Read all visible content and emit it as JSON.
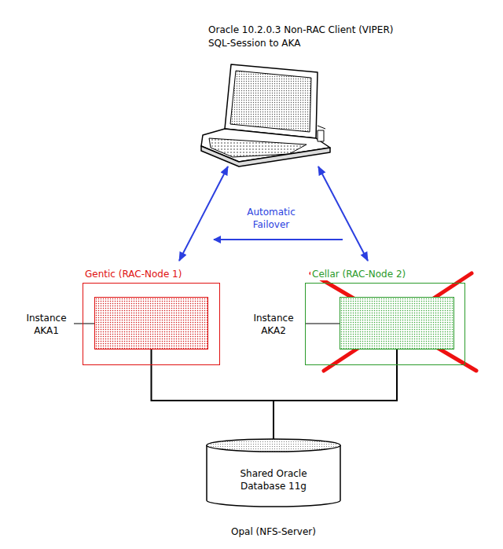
{
  "diagram": {
    "nodes": [
      {
        "text": [
          "Oracle 10.2.0.3 Non-RAC Client (VIPER)",
          "SQL-Session to AKA"
        ]
      },
      {
        "text": [
          "Gentic (RAC-Node 1)"
        ]
      },
      {
        "text": [
          "Instance AKA1"
        ],
        "in": 1
      },
      {
        "text": [
          "Cellar (RAC-Node 2)"
        ]
      },
      {
        "text": [
          "Instance AKA2"
        ],
        "in": 3
      },
      {
        "text": [
          "Shared Oracle Database 11g",
          "Opal (NFS-Server)"
        ]
      }
    ],
    "edges": [
      {
        "from": 0,
        "to": 1,
        "arrow": "both"
      },
      {
        "from": 0,
        "to": 3,
        "arrow": "both"
      },
      {
        "from": 2,
        "to": 5,
        "arrow": "none"
      },
      {
        "from": 4,
        "to": 5,
        "arrow": "none"
      }
    ],
    "labels": [
      "Automatic Failover"
    ]
  }
}
